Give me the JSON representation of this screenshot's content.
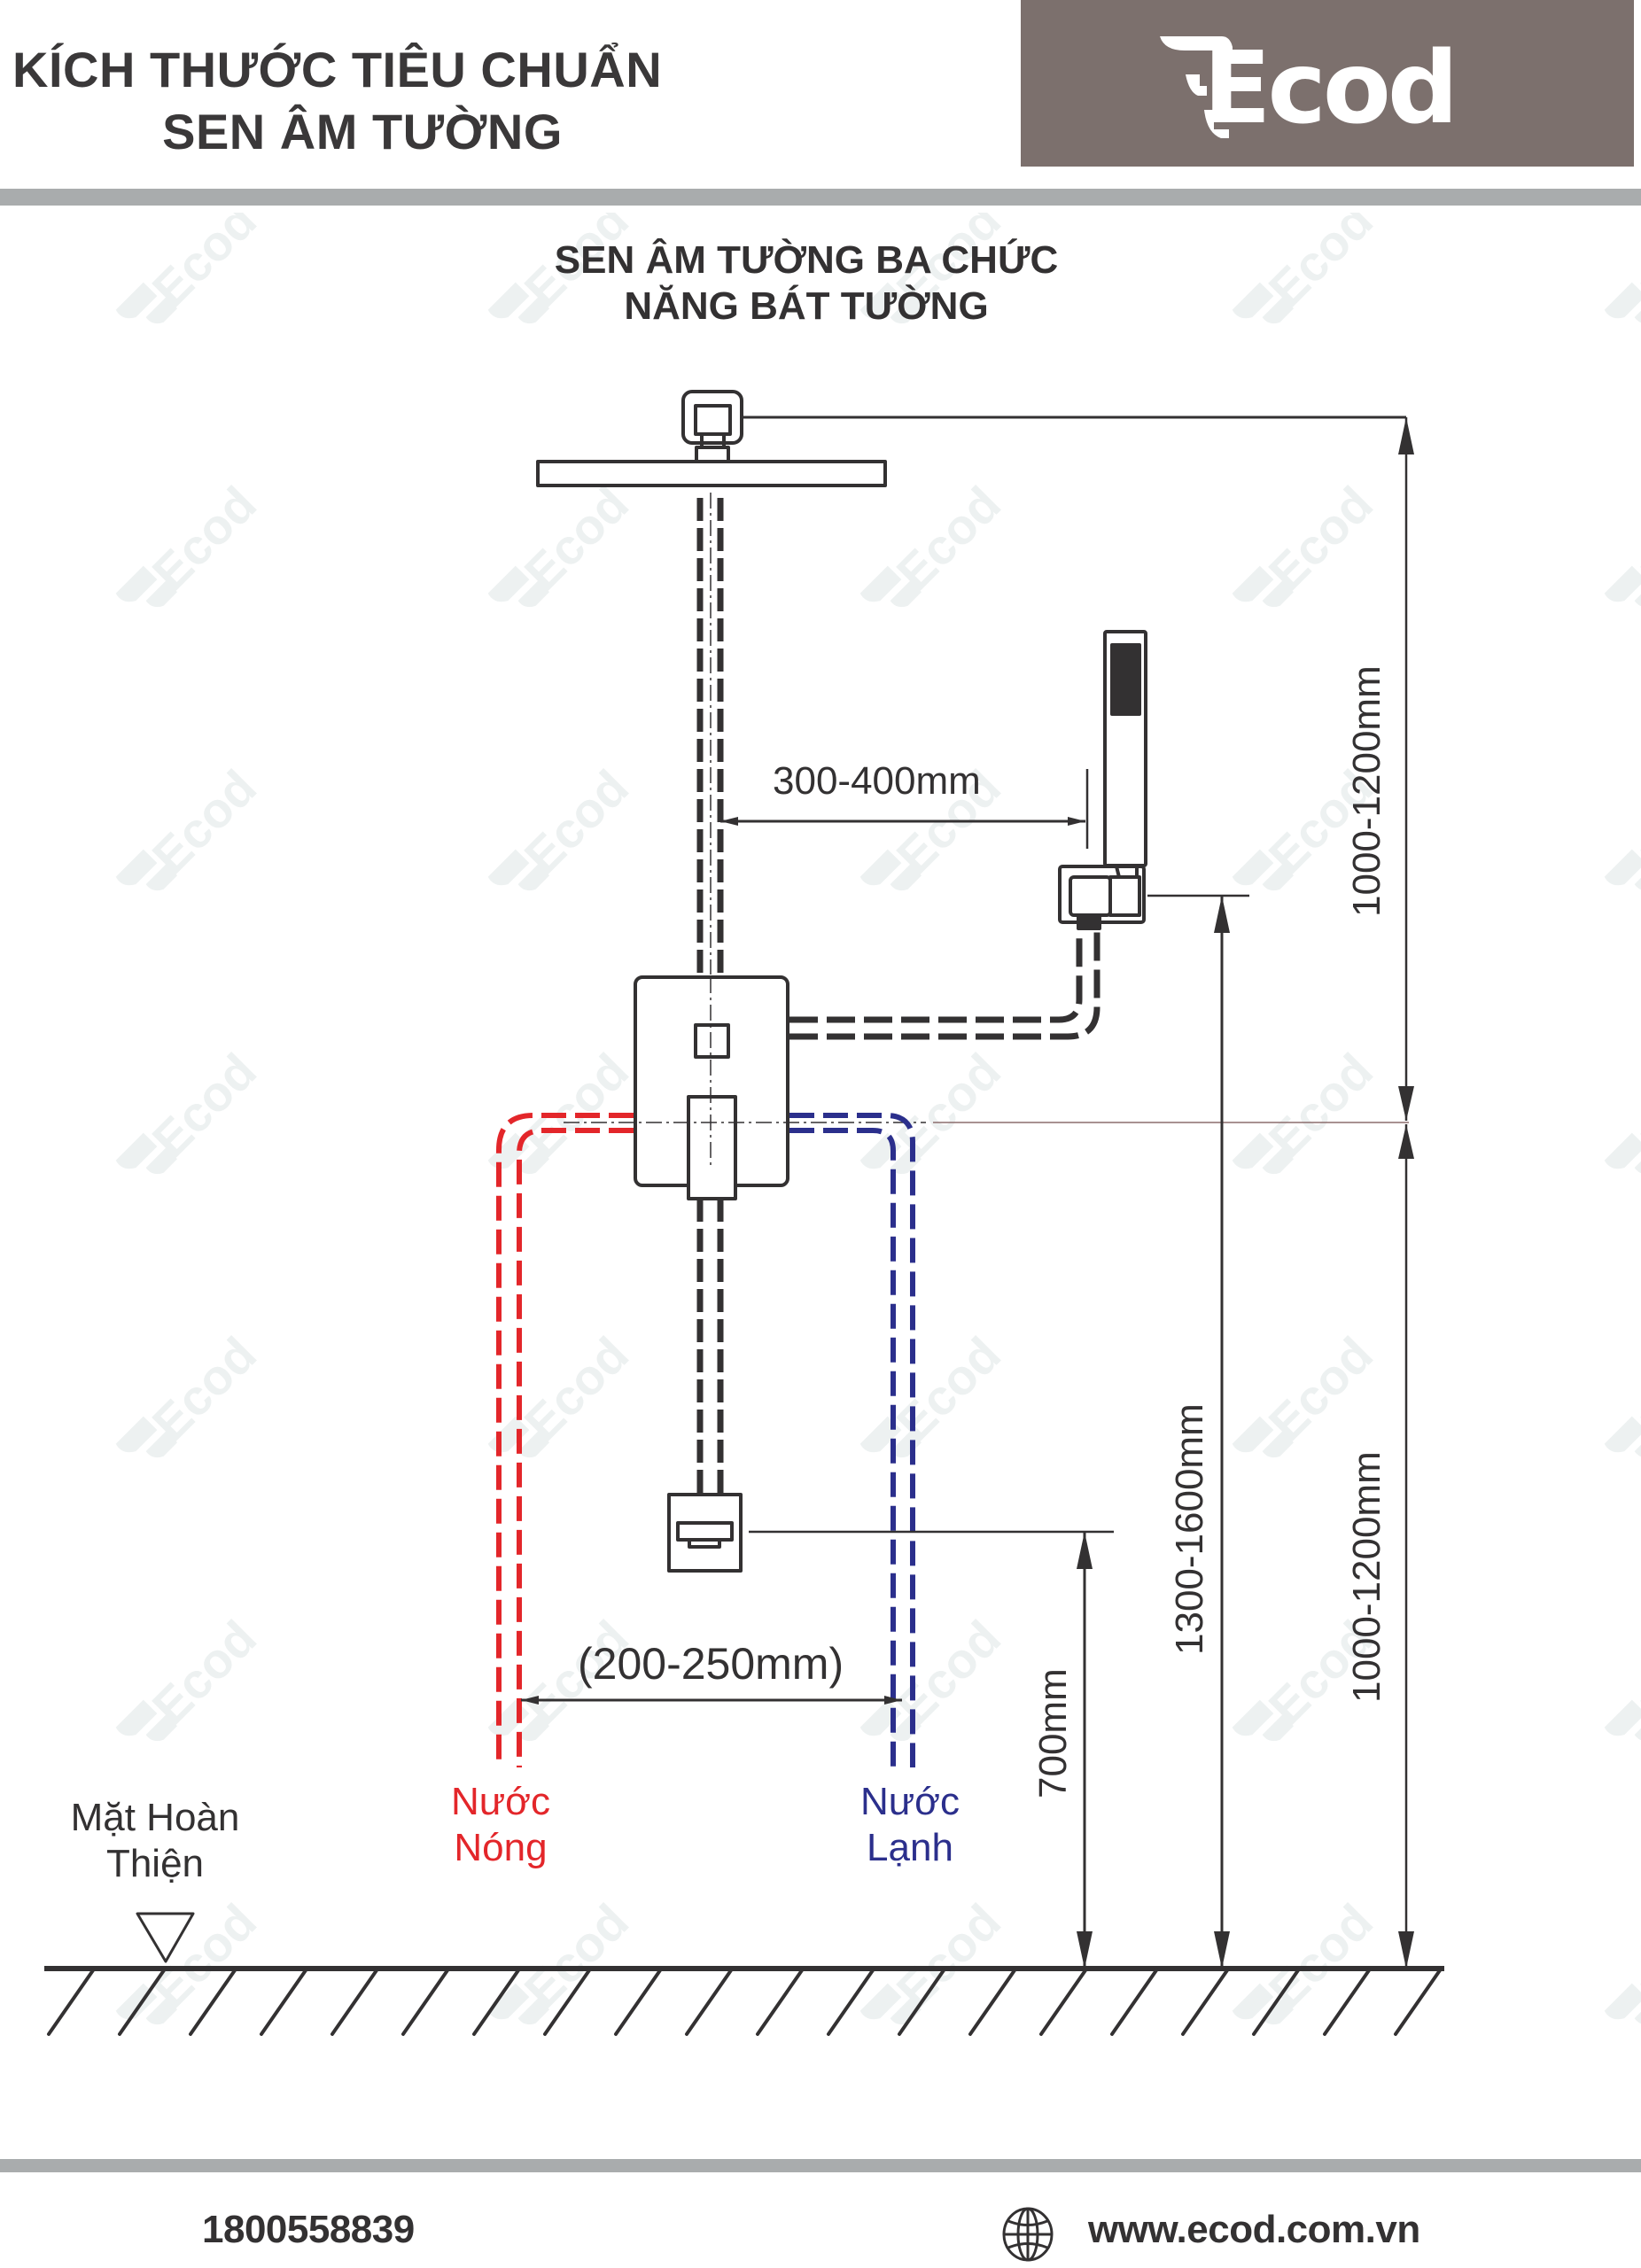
{
  "header": {
    "title_line1": "KÍCH THƯỚC TIÊU CHUẨN",
    "title_line2": "SEN ÂM TƯỜNG",
    "logo_text": "Ecod",
    "logo_bg_color": "#7c706d"
  },
  "diagram": {
    "title_line1": "SEN ÂM TƯỜNG BA CHỨC",
    "title_line2": "NĂNG BÁT TƯỜNG",
    "dimensions": {
      "head_to_valve": "1000-1200mm",
      "valve_to_floor": "1000-1200mm",
      "handshower_holder_height": "1300-1600mm",
      "spout_height": "700mm",
      "valve_to_handshower": "300-400mm",
      "hot_cold_spacing": "(200-250mm)"
    },
    "labels": {
      "hot_water_line1": "Nước",
      "hot_water_line2": "Nóng",
      "cold_water_line1": "Nước",
      "cold_water_line2": "Lạnh",
      "floor_line1": "Mặt Hoàn",
      "floor_line2": "Thiện"
    },
    "colors": {
      "hot_pipe": "#e3262a",
      "cold_pipe": "#2b2f8c",
      "line": "#333132"
    },
    "watermark_text": "Ecod"
  },
  "footer": {
    "phone": "1800558839",
    "website": "www.ecod.com.vn",
    "globe_icon": "globe-icon"
  }
}
